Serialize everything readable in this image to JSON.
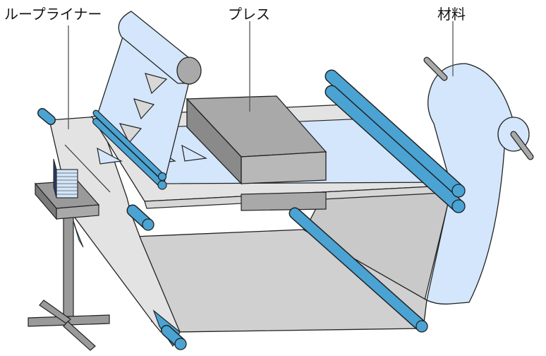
{
  "labels": {
    "loop_liner": "ループライナー",
    "press": "プレス",
    "material": "材料"
  },
  "colors": {
    "roller_blue": "#4aa3d3",
    "sheet_light_blue": "#d3e6fb",
    "frame_light_gray": "#e3e3e3",
    "press_gray": "#a9a9a9",
    "outline": "#222222"
  }
}
